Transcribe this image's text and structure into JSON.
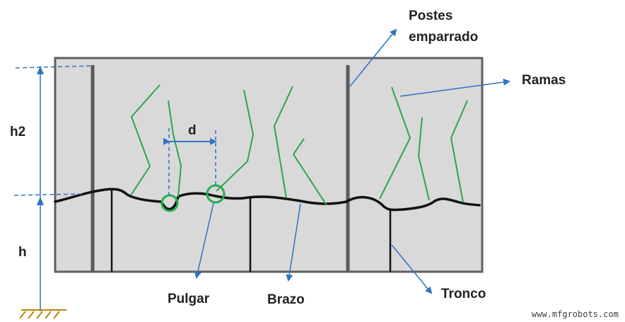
{
  "labels": {
    "postes": [
      "Postes",
      "emparrado"
    ],
    "ramas": "Ramas",
    "h2": "h2",
    "d": "d",
    "h": "h",
    "pulgar": "Pulgar",
    "brazo": "Brazo",
    "tronco": "Tronco"
  },
  "watermark": "www.mfgrobots.com",
  "colors": {
    "panel": "#d9d9d9",
    "panel_border": "#5f5f5f",
    "post": "#5a5a5a",
    "cordon": "#111111",
    "shoot": "#2aa84a",
    "thumb_ring": "#22b04b",
    "annotation": "#2e74c0",
    "text": "#222222"
  }
}
